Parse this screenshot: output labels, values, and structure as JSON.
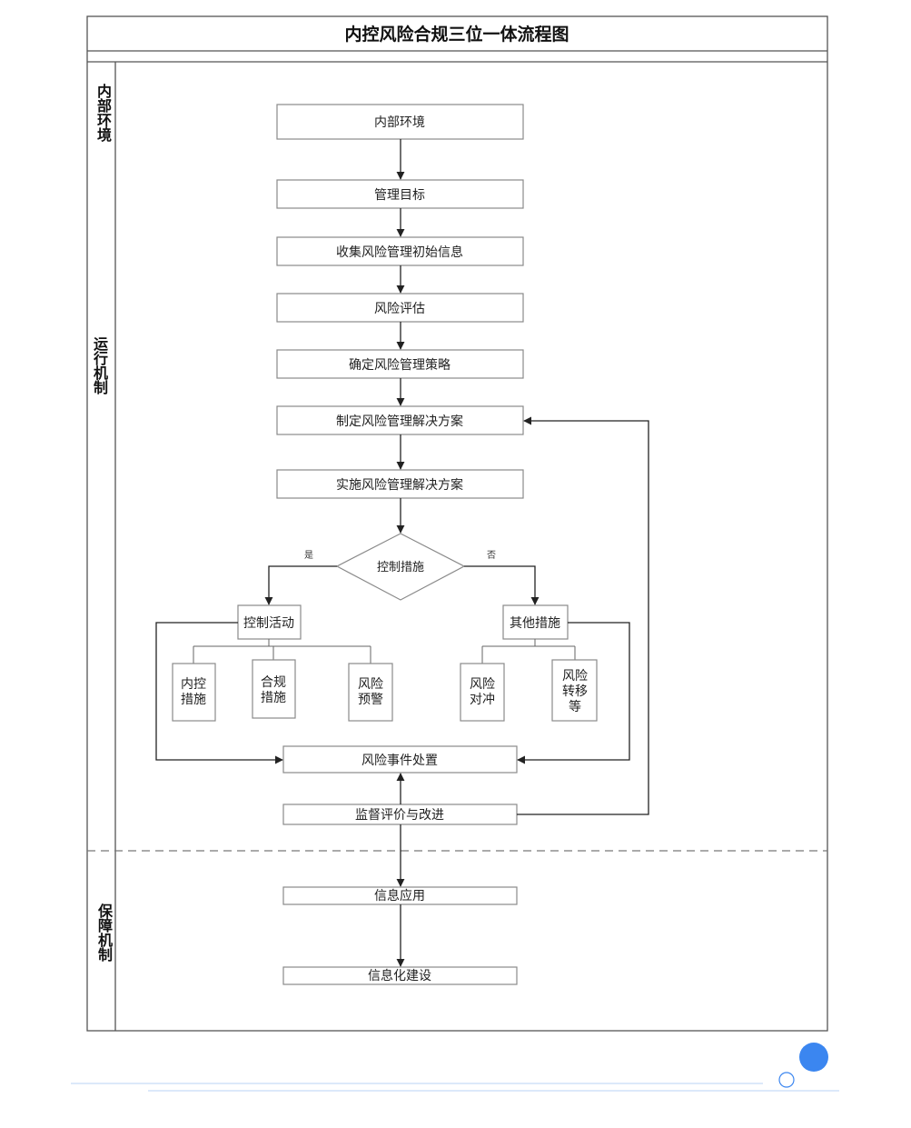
{
  "title": "内控风险合规三位一体流程图",
  "lanes": {
    "internal_env": [
      "内",
      "部",
      "环",
      "境"
    ],
    "operation": [
      "运",
      "行",
      "机",
      "制"
    ],
    "guarantee": [
      "保",
      "障",
      "机",
      "制"
    ]
  },
  "nodes": {
    "internal_env": "内部环境",
    "mgmt_goal": "管理目标",
    "collect_info": "收集风险管理初始信息",
    "risk_assess": "风险评估",
    "strategy": "确定风险管理策略",
    "make_plan": "制定风险管理解决方案",
    "impl_plan": "实施风险管理解决方案",
    "control_measure": "控制措施",
    "control_activity": "控制活动",
    "other_measure": "其他措施",
    "event_handling": "风险事件处置",
    "supervision": "监督评价与改进",
    "info_app": "信息应用",
    "info_build": "信息化建设"
  },
  "sub_nodes": {
    "internal_control": [
      "内控",
      "措施"
    ],
    "compliance": [
      "合规",
      "措施"
    ],
    "warning": [
      "风险",
      "预警"
    ],
    "hedge": [
      "风险",
      "对冲"
    ],
    "transfer": [
      "风险",
      "转移",
      "等"
    ]
  },
  "decision": {
    "yes": "是",
    "no": "否"
  },
  "colors": {
    "accent_dot": "#3b86f0",
    "rule_line": "#c7dcf7"
  }
}
